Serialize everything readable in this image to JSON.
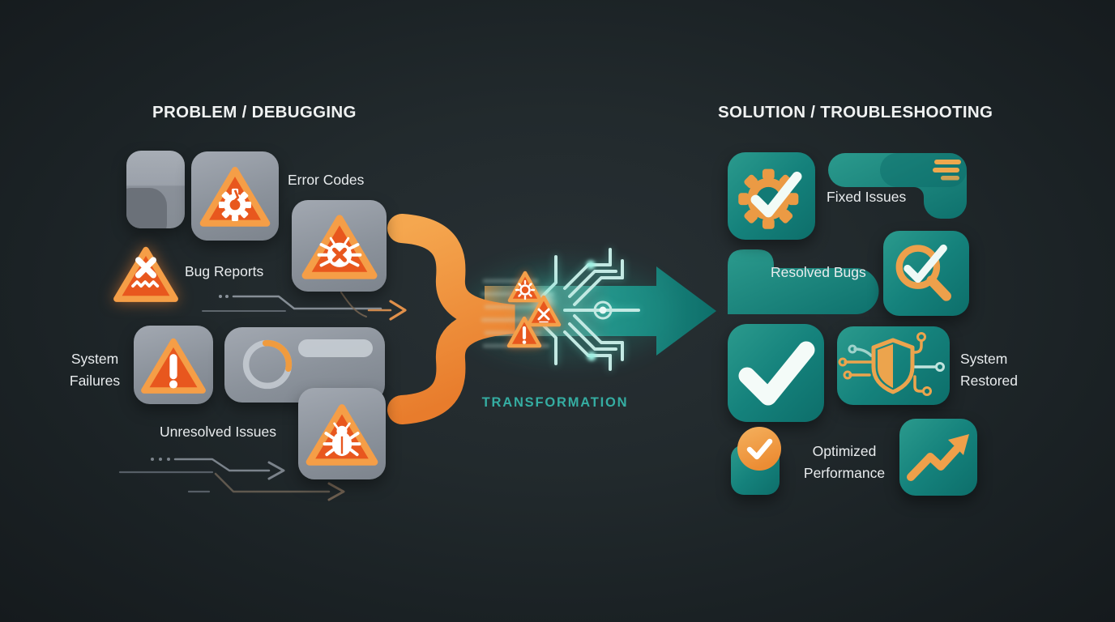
{
  "left_panel": {
    "header": "PROBLEM / DEBUGGING",
    "labels": {
      "error_codes": "Error Codes",
      "bug_reports": "Bug Reports",
      "system_failures": "System Failures",
      "unresolved_issues": "Unresolved Issues"
    }
  },
  "center": {
    "label": "TRANSFORMATION"
  },
  "right_panel": {
    "header": "SOLUTION / TROUBLESHOOTING",
    "labels": {
      "fixed_issues": "Fixed Issues",
      "resolved_bugs": "Resolved Bugs",
      "system_restored": "System Restored",
      "optimized_performance": "Optimized Performance"
    }
  },
  "colors": {
    "background": "#1f2629",
    "accent_orange": "#ee8a3a",
    "warning_triangle": "#e8571e",
    "accent_teal": "#15827c",
    "circuit_teal": "#c3e9e3",
    "card_gray": "#8b929b",
    "text": "#e9ecee",
    "transform_label_color": "#35ada2"
  }
}
